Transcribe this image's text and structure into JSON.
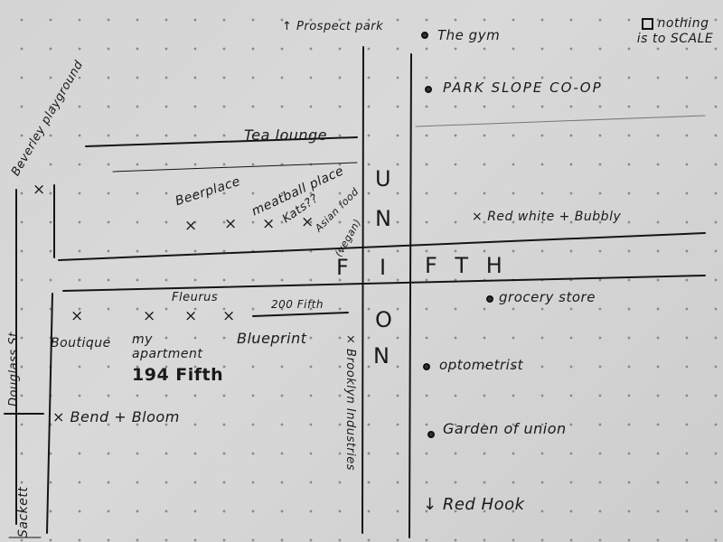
{
  "header": {
    "north_arrow": "↑",
    "north_label": "Prospect park",
    "note_icon": "boxed-dot",
    "note": "nothing is to SCALE",
    "south_arrow": "↓",
    "south_label": "Red Hook"
  },
  "avenue_letters": [
    "U",
    "N",
    "F",
    "I",
    "F T H",
    "O",
    "N"
  ],
  "streets": {
    "top": "Tea lounge",
    "left_upper": "Douglass St",
    "left_lower": "Sackett",
    "right_vertical": "Brooklyn Industries"
  },
  "west_places": {
    "playground": "Beverley playground",
    "upper_row": [
      "Beerplace",
      "meatball place",
      "Kats??",
      "Asian food",
      "(vegan)"
    ],
    "lower_row": {
      "fleurus": "Fleurus",
      "two_hundred": "200 Fifth",
      "boutique": "Boutique",
      "apartment": "my apartment",
      "address": "194 Fifth",
      "blueprint": "Blueprint",
      "bend_bloom": "Bend + Bloom"
    }
  },
  "east_places": [
    "The gym",
    "PARK SLOPE CO-OP",
    "Red white + Bubbly",
    "grocery store",
    "optometrist",
    "Garden of union"
  ]
}
